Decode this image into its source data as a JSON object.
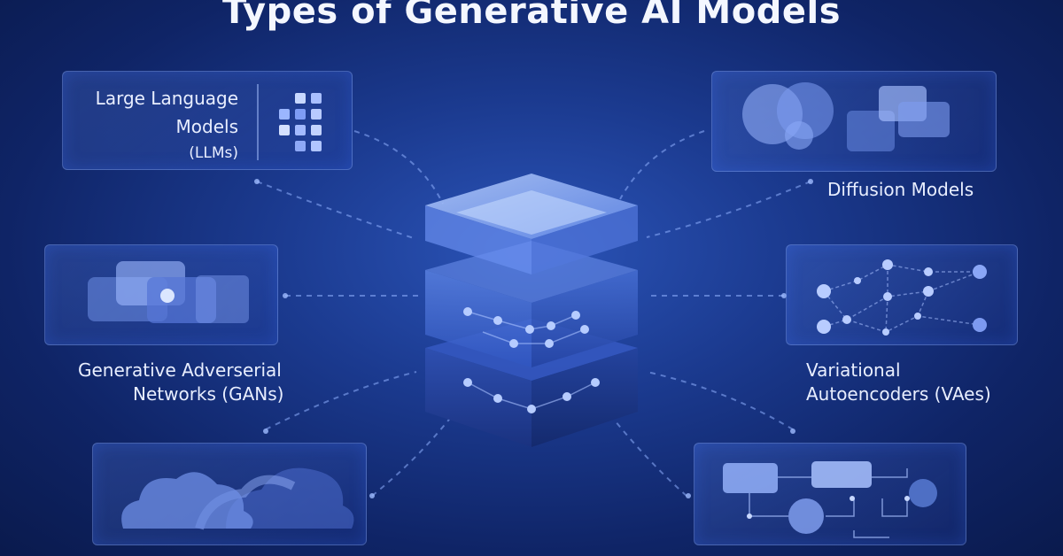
{
  "title": "Types of Generative AI Models",
  "models": {
    "llm": {
      "line1": "Large Language",
      "line2": "Models",
      "line3": "(LLMs)"
    },
    "diffusion": {
      "label": "Diffusion Models"
    },
    "gan": {
      "line1": "Generative Adverserial",
      "line2": "Networks (GANs)"
    },
    "vae": {
      "line1": "Variational",
      "line2": "Autoencoders (VAes)"
    }
  },
  "colors": {
    "accent": "#7fa2ff",
    "background": "#1b3a8f"
  }
}
